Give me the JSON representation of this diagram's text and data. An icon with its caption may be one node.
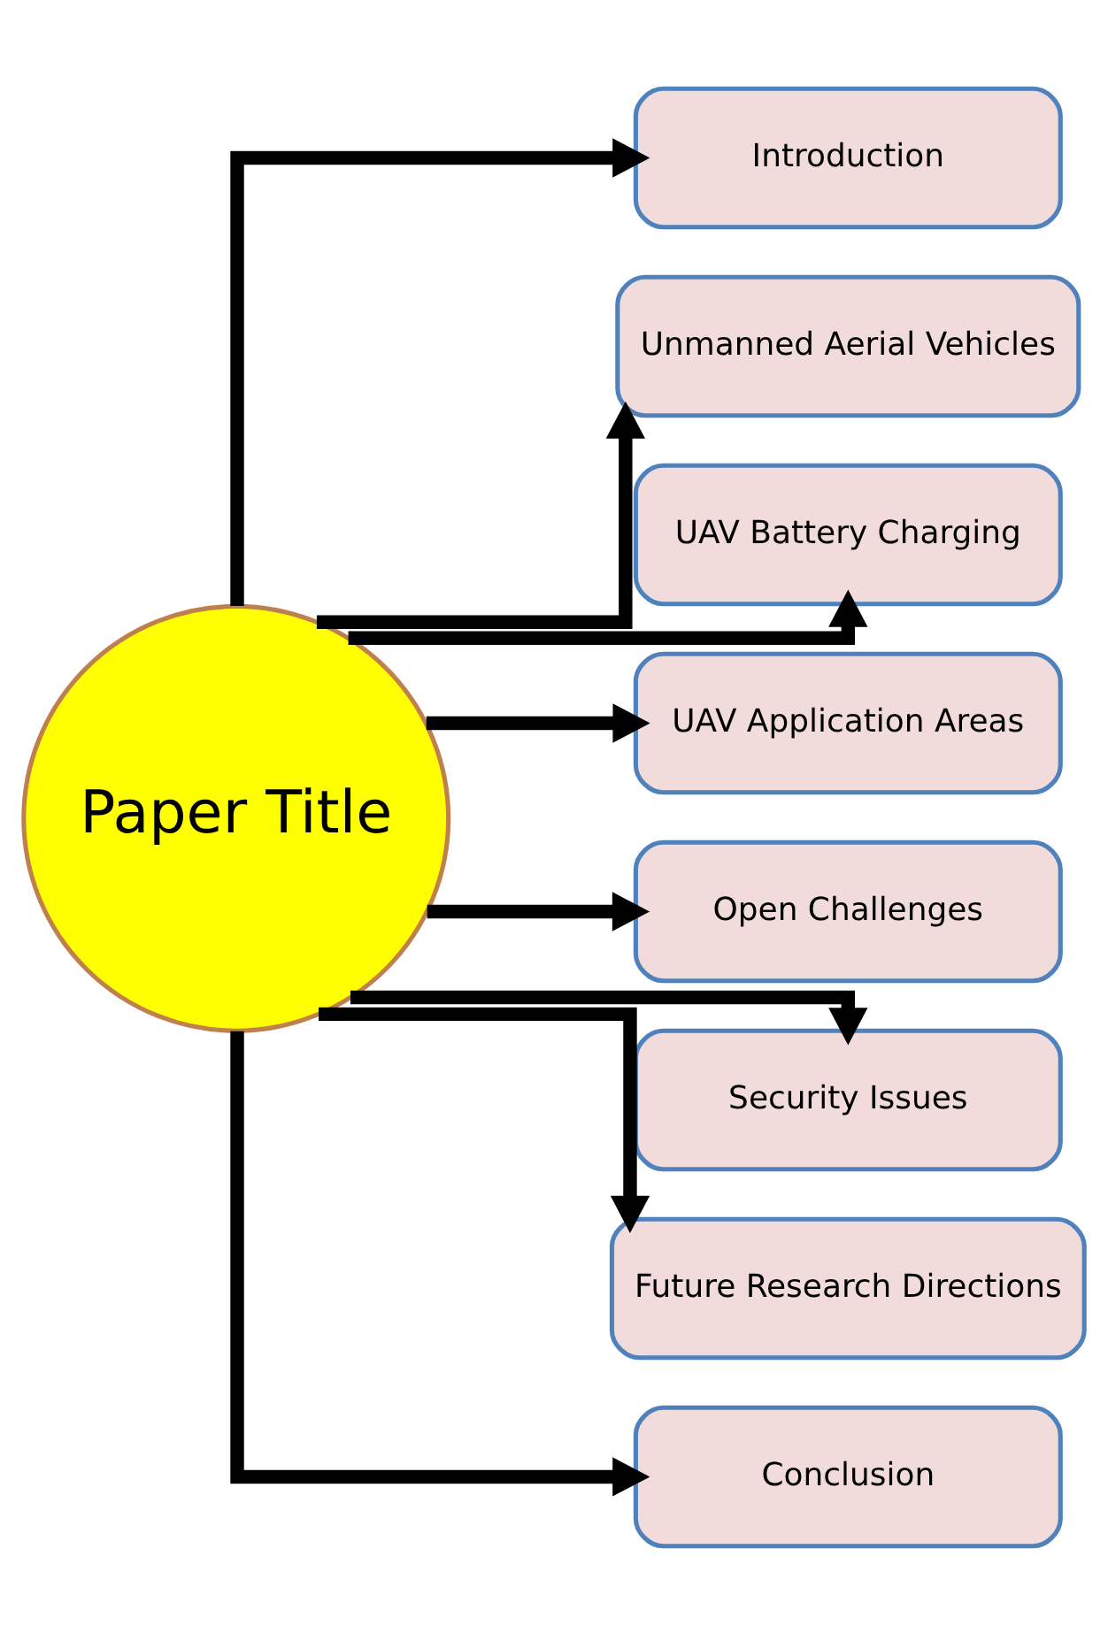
{
  "diagram": {
    "nodes": [
      {
        "text": [
          "Paper Title"
        ]
      },
      {
        "text": [
          "Introduction"
        ]
      },
      {
        "text": [
          "Unmanned Aerial Vehicles"
        ]
      },
      {
        "text": [
          "UAV Battery Charging"
        ]
      },
      {
        "text": [
          "UAV Application Areas"
        ]
      },
      {
        "text": [
          "Open Challenges"
        ]
      },
      {
        "text": [
          "Security Issues"
        ]
      },
      {
        "text": [
          "Future Research Directions"
        ]
      },
      {
        "text": [
          "Conclusion"
        ]
      }
    ],
    "edges": [
      {
        "from": 0,
        "to": 1,
        "arrow": "to"
      },
      {
        "from": 0,
        "to": 2,
        "arrow": "to"
      },
      {
        "from": 0,
        "to": 3,
        "arrow": "to"
      },
      {
        "from": 0,
        "to": 4,
        "arrow": "to"
      },
      {
        "from": 0,
        "to": 5,
        "arrow": "to"
      },
      {
        "from": 0,
        "to": 6,
        "arrow": "to"
      },
      {
        "from": 0,
        "to": 7,
        "arrow": "to"
      },
      {
        "from": 0,
        "to": 8,
        "arrow": "to"
      }
    ]
  }
}
